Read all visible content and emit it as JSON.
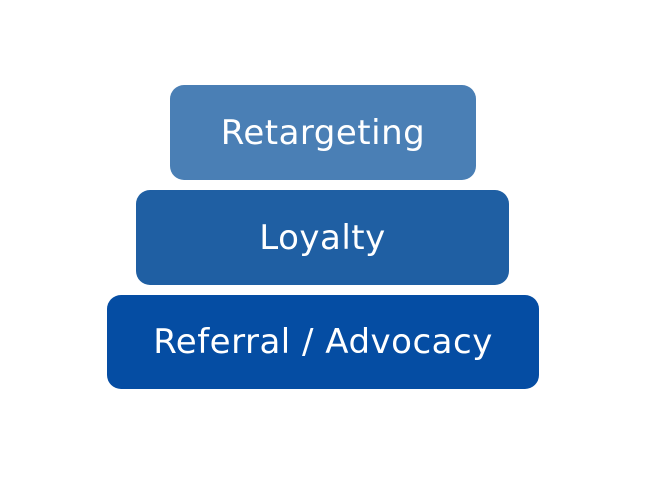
{
  "pyramid": {
    "tiers": [
      {
        "label": "Retargeting",
        "color": "#4a7fb5"
      },
      {
        "label": "Loyalty",
        "color": "#1f5fa3"
      },
      {
        "label": "Referral / Advocacy",
        "color": "#054da3"
      }
    ]
  }
}
